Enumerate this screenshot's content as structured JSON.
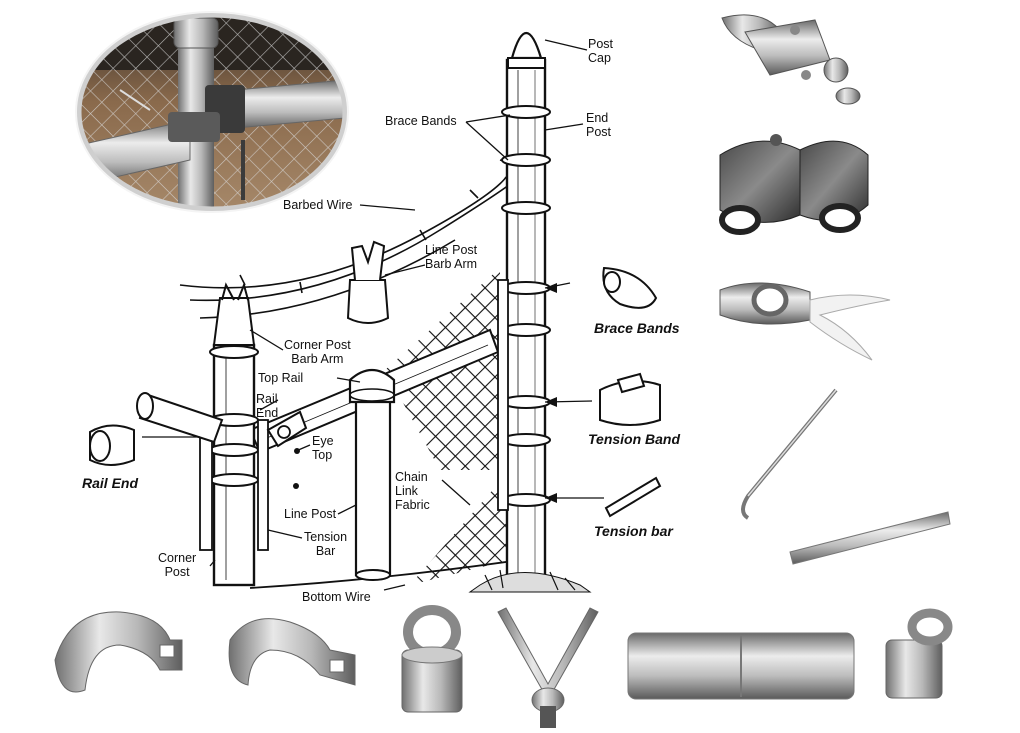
{
  "labels": {
    "post_cap": [
      "Post",
      "Cap"
    ],
    "brace_bands_top": "Brace Bands",
    "end_post": [
      "End",
      "Post"
    ],
    "barbed_wire": "Barbed Wire",
    "line_post_barb_arm": [
      "Line Post",
      "Barb Arm"
    ],
    "corner_post_barb_arm": [
      "Corner Post",
      "Barb Arm"
    ],
    "top_rail": "Top Rail",
    "rail_end": [
      "Rail",
      "End"
    ],
    "eye_top": [
      "Eye",
      "Top"
    ],
    "chain_link_fabric": [
      "Chain",
      "Link",
      "Fabric"
    ],
    "line_post": "Line Post",
    "tension_bar": [
      "Tension",
      "Bar"
    ],
    "corner_post": [
      "Corner",
      "Post"
    ],
    "bottom_wire": "Bottom Wire",
    "rail_end_part": "Rail End",
    "brace_bands_part": "Brace Bands",
    "tension_band_part": "Tension Band",
    "tension_bar_part": "Tension bar"
  },
  "colors": {
    "ink": "#111111",
    "metal_light": "#e6e6e6",
    "metal_mid": "#b4b4b4",
    "metal_dark": "#6e6e6e",
    "photo_ground": "#8a6a4c"
  }
}
